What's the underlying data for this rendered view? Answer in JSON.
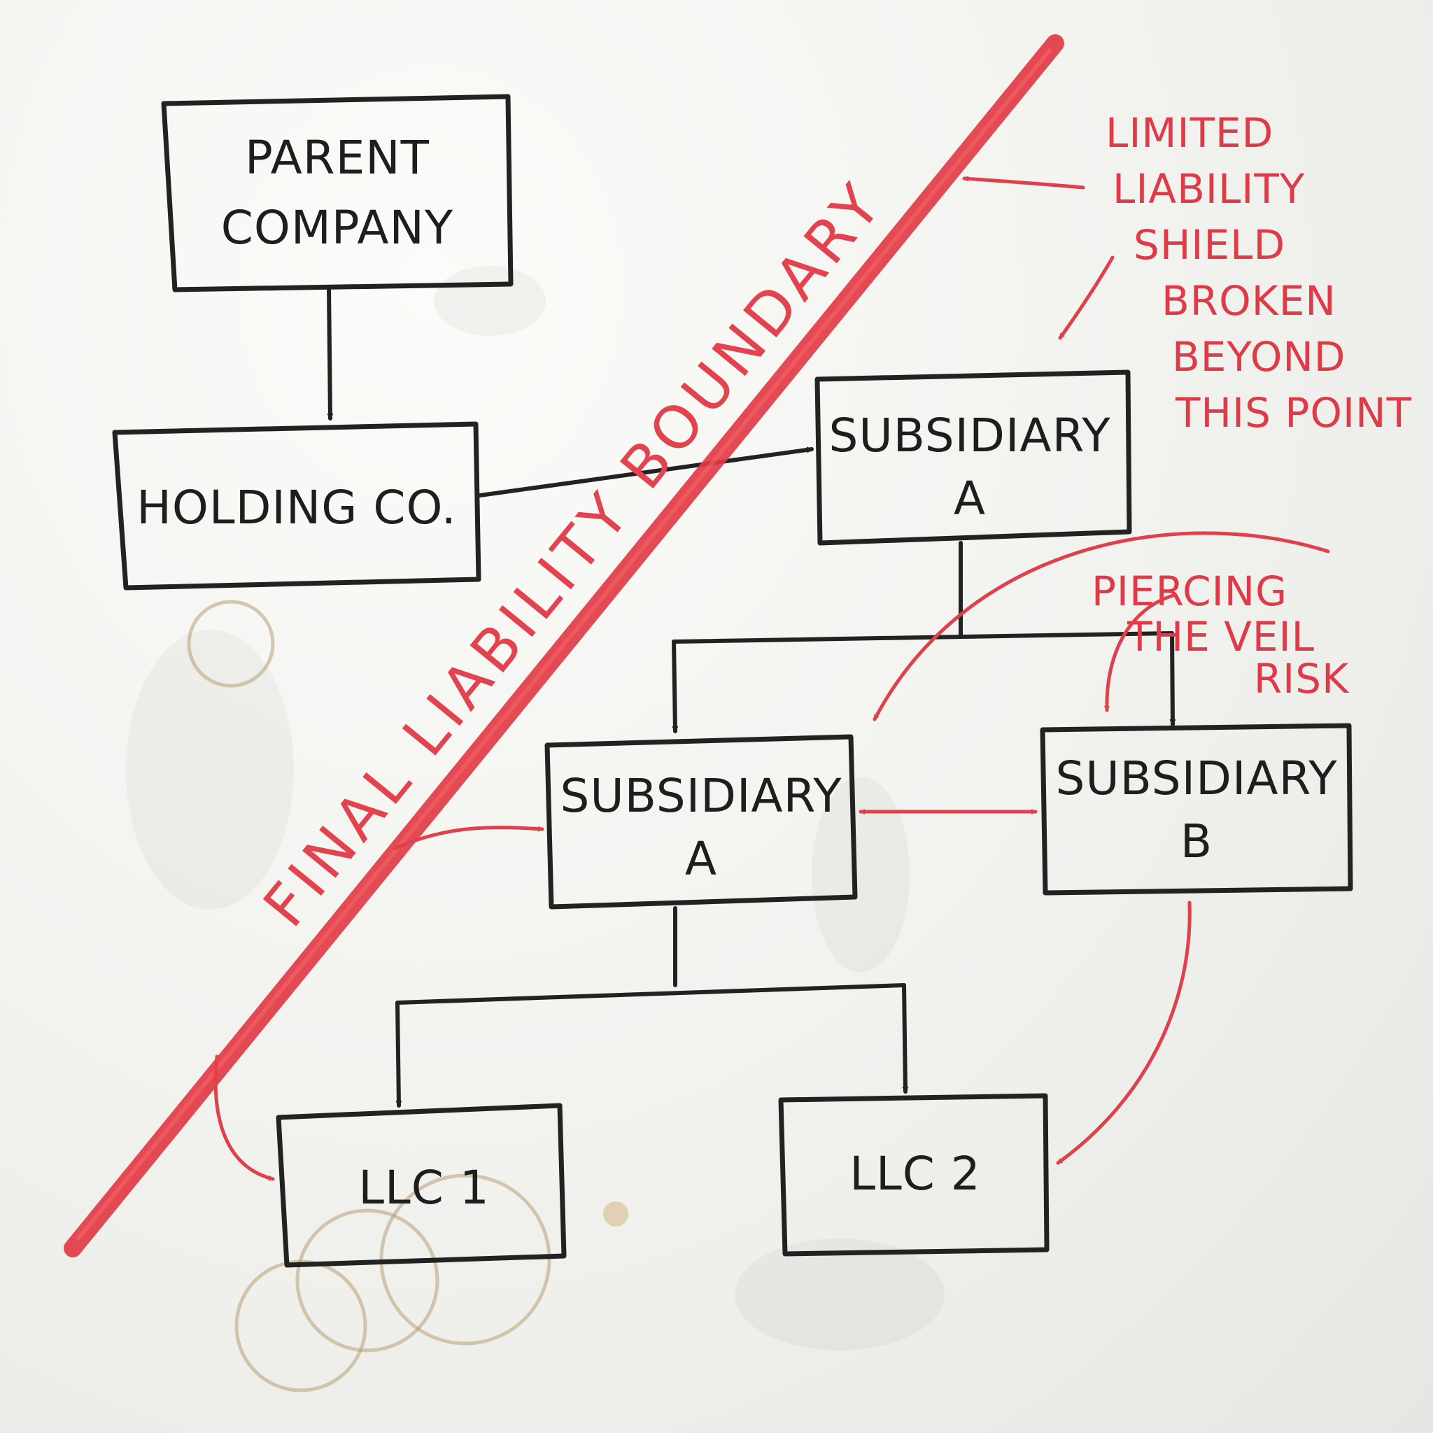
{
  "colors": {
    "marker_black": "#1e1e1e",
    "marker_red": "#e0404b",
    "board": "#f4f4f1"
  },
  "nodes": {
    "parent": {
      "lines": [
        "PARENT",
        "COMPANY"
      ]
    },
    "holding": {
      "lines": [
        "HOLDING CO."
      ]
    },
    "sub_a_top": {
      "lines": [
        "SUBSIDIARY",
        "A"
      ]
    },
    "sub_a_mid": {
      "lines": [
        "SUBSIDIARY",
        "A"
      ]
    },
    "sub_b": {
      "lines": [
        "SUBSIDIARY",
        "B"
      ]
    },
    "llc1": {
      "lines": [
        "LLC 1"
      ]
    },
    "llc2": {
      "lines": [
        "LLC 2"
      ]
    }
  },
  "annotations": {
    "boundary": "FINAL LIABILITY BOUNDARY",
    "shield": [
      "LIMITED",
      "LIABILITY",
      "SHIELD",
      "BROKEN",
      "BEYOND",
      "THIS POINT"
    ],
    "veil": [
      "PIERCING",
      "THE VEIL",
      "RISK"
    ]
  }
}
